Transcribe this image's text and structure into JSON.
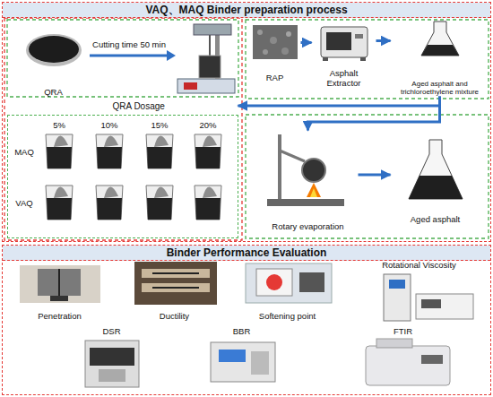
{
  "diagram": {
    "nodes": [
      {
        "text": [
          "VAQ、MAQ Binder preparation process"
        ]
      },
      {
        "text": [
          "QRA"
        ],
        "in": 0
      },
      {
        "text": [
          "RAP"
        ],
        "in": 0
      },
      {
        "text": [
          "Asphalt Extractor"
        ],
        "in": 0
      },
      {
        "text": [
          "Aged asphalt and trichloroethylene mixture"
        ],
        "in": 0
      },
      {
        "text": [
          "QRA Dosage"
        ],
        "in": 0
      },
      {
        "text": [
          "Rotary evaporation"
        ],
        "in": 0
      },
      {
        "text": [
          "Aged asphalt"
        ],
        "in": 0
      },
      {
        "text": [
          "Binder Performance Evaluation"
        ]
      },
      {
        "text": [
          "Penetration"
        ],
        "in": 8
      },
      {
        "text": [
          "Ductility"
        ],
        "in": 8
      },
      {
        "text": [
          "Softening point"
        ],
        "in": 8
      },
      {
        "text": [
          "Rotational Viscosity"
        ],
        "in": 8
      },
      {
        "text": [
          "DSR"
        ],
        "in": 8
      },
      {
        "text": [
          "BBR"
        ],
        "in": 8
      },
      {
        "text": [
          "FTIR"
        ],
        "in": 8
      }
    ],
    "edges": [
      {
        "from": 2,
        "to": 3,
        "arrow": "to"
      },
      {
        "from": 3,
        "to": 4,
        "arrow": "to"
      },
      {
        "from": 4,
        "to": 6,
        "arrow": "to"
      },
      {
        "from": 4,
        "to": 5,
        "arrow": "to"
      },
      {
        "from": 6,
        "to": 7,
        "arrow": "to"
      }
    ],
    "labels": [
      "Cutting time 50 min",
      "5%",
      "10%",
      "15%",
      "20%",
      "MAQ",
      "VAQ"
    ]
  }
}
